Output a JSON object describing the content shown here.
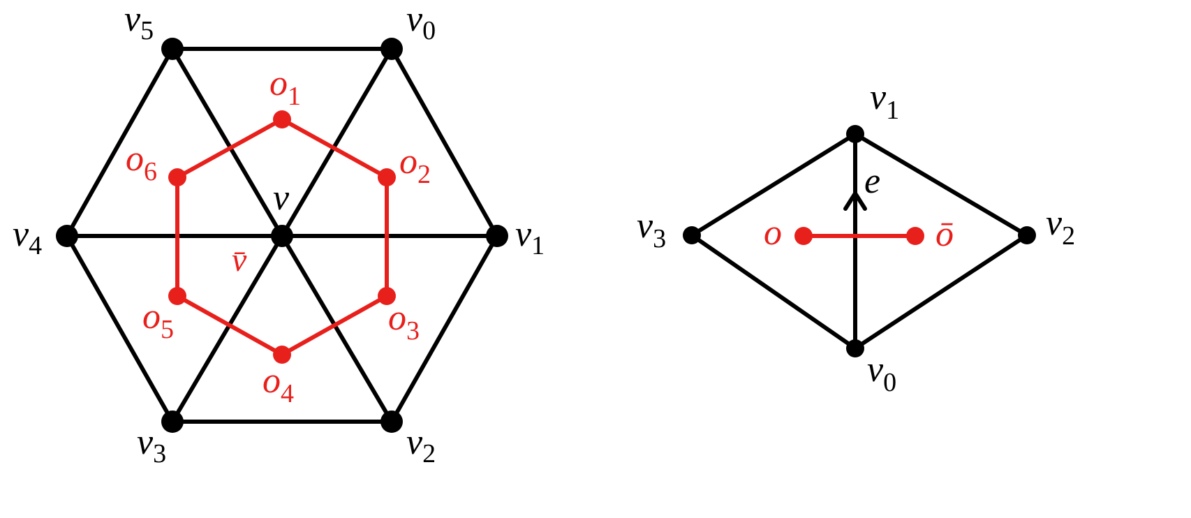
{
  "colors": {
    "primal": "#000000",
    "dual": "#e8201c",
    "background": "#ffffff"
  },
  "left_diagram": {
    "center_label": {
      "base": "v",
      "sub": ""
    },
    "center_dual_label": {
      "base": "v̄",
      "sub": ""
    },
    "vertex_labels": [
      {
        "base": "v",
        "sub": "5"
      },
      {
        "base": "v",
        "sub": "0"
      },
      {
        "base": "v",
        "sub": "4"
      },
      {
        "base": "v",
        "sub": "1"
      },
      {
        "base": "v",
        "sub": "3"
      },
      {
        "base": "v",
        "sub": "2"
      }
    ],
    "dual_labels": [
      {
        "base": "o",
        "sub": "1"
      },
      {
        "base": "o",
        "sub": "2"
      },
      {
        "base": "o",
        "sub": "3"
      },
      {
        "base": "o",
        "sub": "4"
      },
      {
        "base": "o",
        "sub": "5"
      },
      {
        "base": "o",
        "sub": "6"
      }
    ]
  },
  "right_diagram": {
    "vertex_labels": [
      {
        "base": "v",
        "sub": "1"
      },
      {
        "base": "v",
        "sub": "3"
      },
      {
        "base": "v",
        "sub": "2"
      },
      {
        "base": "v",
        "sub": "0"
      }
    ],
    "edge_label": {
      "base": "e",
      "sub": ""
    },
    "dual_labels": [
      {
        "base": "o",
        "sub": ""
      },
      {
        "base": "ō",
        "sub": ""
      }
    ]
  }
}
